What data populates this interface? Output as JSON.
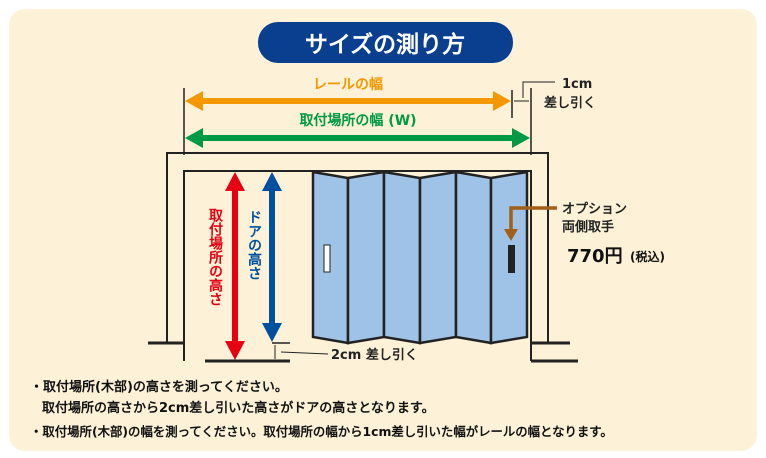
{
  "title": "サイズの測り方",
  "rail_width": "レールの幅",
  "install_width": "取付場所の幅 (W)",
  "minus_1cm": [
    "1cm",
    "差し引く"
  ],
  "install_height": "取付場所の高さ",
  "door_height": "ドアの高さ",
  "minus_2cm": "2cm 差し引く",
  "option": {
    "line1": "オプション",
    "line2": "両側取手",
    "price": "770円",
    "tax": "(税込)"
  },
  "notes": [
    "・取付場所(木部)の高さを測ってください。",
    "取付場所の高さから2cm差し引いた高さがドアの高さとなります。",
    "・取付場所(木部)の幅を測ってください。取付場所の幅から1cm差し引いた幅がレールの幅となります。"
  ],
  "colors": {
    "panel": "#fdf2d8",
    "title_bg": "#0a3f8f",
    "orange": "#f39800",
    "green": "#009944",
    "red": "#e60012",
    "blue": "#0050a0",
    "door": "#9fc2e7",
    "brown": "#a0601a"
  }
}
